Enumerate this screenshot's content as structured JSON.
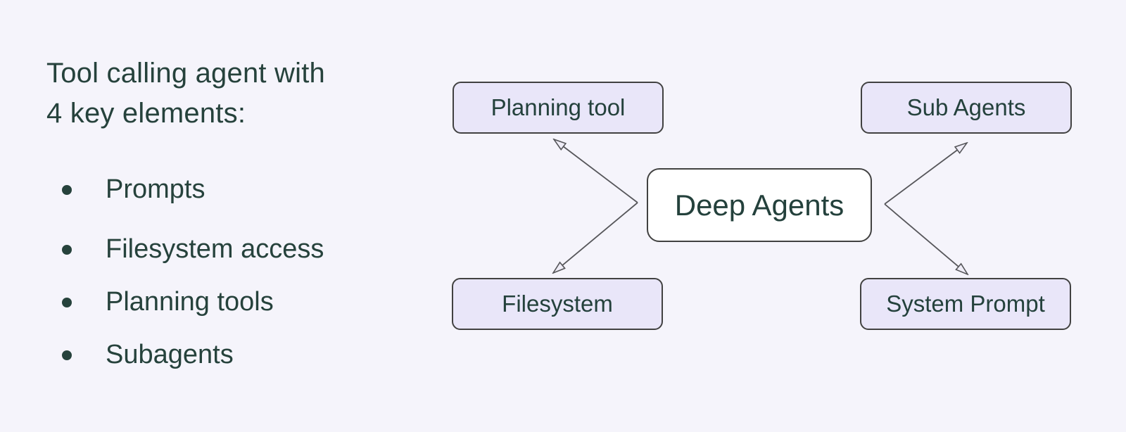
{
  "intro": {
    "heading_line1": "Tool calling agent with",
    "heading_line2": "4 key elements:",
    "bullets": [
      "Prompts",
      "Filesystem access",
      "Planning tools",
      "Subagents"
    ]
  },
  "diagram": {
    "nodes": [
      {
        "id": "planning-tool",
        "label": "Planning tool",
        "position": "top-left"
      },
      {
        "id": "sub-agents",
        "label": "Sub Agents",
        "position": "top-right"
      },
      {
        "id": "deep-agents",
        "label": "Deep Agents",
        "position": "center"
      },
      {
        "id": "filesystem",
        "label": "Filesystem",
        "position": "bottom-left"
      },
      {
        "id": "system-prompt",
        "label": "System Prompt",
        "position": "bottom-right"
      }
    ],
    "edges": [
      {
        "from": "Deep Agents",
        "to": "Planning tool",
        "arrowhead": "open-triangle-at-target"
      },
      {
        "from": "Deep Agents",
        "to": "Filesystem",
        "arrowhead": "open-triangle-at-target"
      },
      {
        "from": "Deep Agents",
        "to": "Sub Agents",
        "arrowhead": "open-triangle-at-target"
      },
      {
        "from": "Deep Agents",
        "to": "System Prompt",
        "arrowhead": "open-triangle-at-target"
      }
    ],
    "colors": {
      "background": "#f5f4fb",
      "satellite_fill": "#e9e6f9",
      "center_fill": "#ffffff",
      "node_border": "#414141",
      "connector_line": "#56565a",
      "arrowhead_fill": "#efedf7",
      "text": "#26423c"
    }
  }
}
